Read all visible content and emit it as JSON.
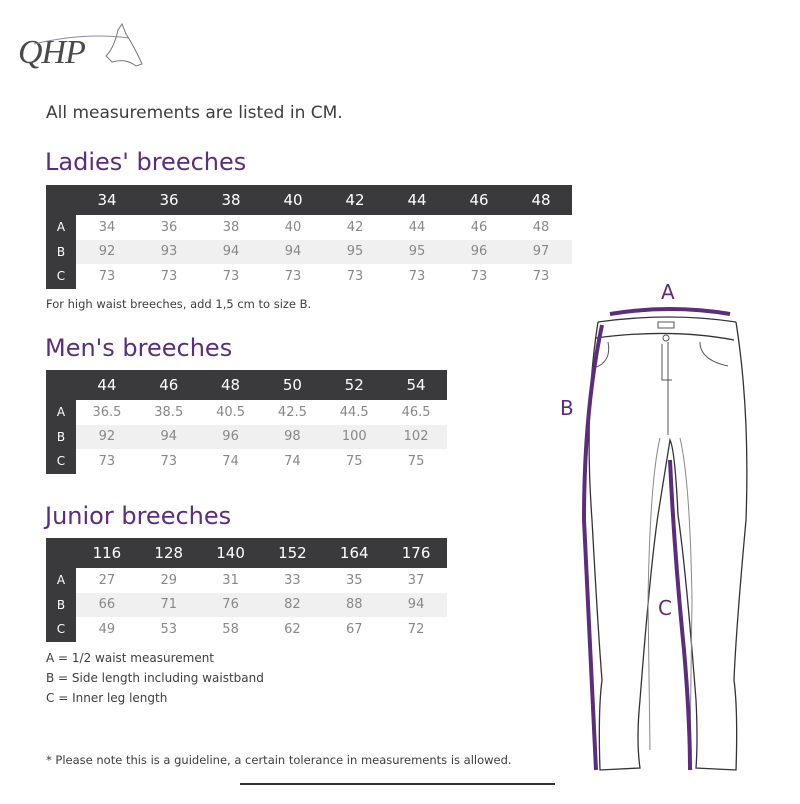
{
  "brand": {
    "logo_text": "QHP",
    "logo_icon": "horse-head-icon"
  },
  "intro": "All measurements are listed in CM.",
  "colors": {
    "accent_purple": "#5b2d7c",
    "header_dark": "#3a3a3c",
    "row_shade": "#f0f0f0",
    "value_gray": "#888888"
  },
  "ladies": {
    "title": "Ladies' breeches",
    "sizes": [
      "34",
      "36",
      "38",
      "40",
      "42",
      "44",
      "46",
      "48"
    ],
    "rows": [
      {
        "label": "A",
        "values": [
          "34",
          "36",
          "38",
          "40",
          "42",
          "44",
          "46",
          "48"
        ]
      },
      {
        "label": "B",
        "values": [
          "92",
          "93",
          "94",
          "94",
          "95",
          "95",
          "96",
          "97"
        ]
      },
      {
        "label": "C",
        "values": [
          "73",
          "73",
          "73",
          "73",
          "73",
          "73",
          "73",
          "73"
        ]
      }
    ],
    "note": "For high waist breeches, add 1,5 cm to size B."
  },
  "mens": {
    "title": "Men's breeches",
    "sizes": [
      "44",
      "46",
      "48",
      "50",
      "52",
      "54"
    ],
    "rows": [
      {
        "label": "A",
        "values": [
          "36.5",
          "38.5",
          "40.5",
          "42.5",
          "44.5",
          "46.5"
        ]
      },
      {
        "label": "B",
        "values": [
          "92",
          "94",
          "96",
          "98",
          "100",
          "102"
        ]
      },
      {
        "label": "C",
        "values": [
          "73",
          "73",
          "74",
          "74",
          "75",
          "75"
        ]
      }
    ]
  },
  "junior": {
    "title": "Junior breeches",
    "sizes": [
      "116",
      "128",
      "140",
      "152",
      "164",
      "176"
    ],
    "rows": [
      {
        "label": "A",
        "values": [
          "27",
          "29",
          "31",
          "33",
          "35",
          "37"
        ]
      },
      {
        "label": "B",
        "values": [
          "66",
          "71",
          "76",
          "82",
          "88",
          "94"
        ]
      },
      {
        "label": "C",
        "values": [
          "49",
          "53",
          "58",
          "62",
          "67",
          "72"
        ]
      }
    ]
  },
  "legend": [
    "A = 1/2 waist measurement",
    "B = Side length including waistband",
    "C = Inner leg length"
  ],
  "footnote": "* Please note this is a guideline, a certain tolerance in measurements is allowed.",
  "diagram": {
    "label_a": "A",
    "label_b": "B",
    "label_c": "C"
  }
}
